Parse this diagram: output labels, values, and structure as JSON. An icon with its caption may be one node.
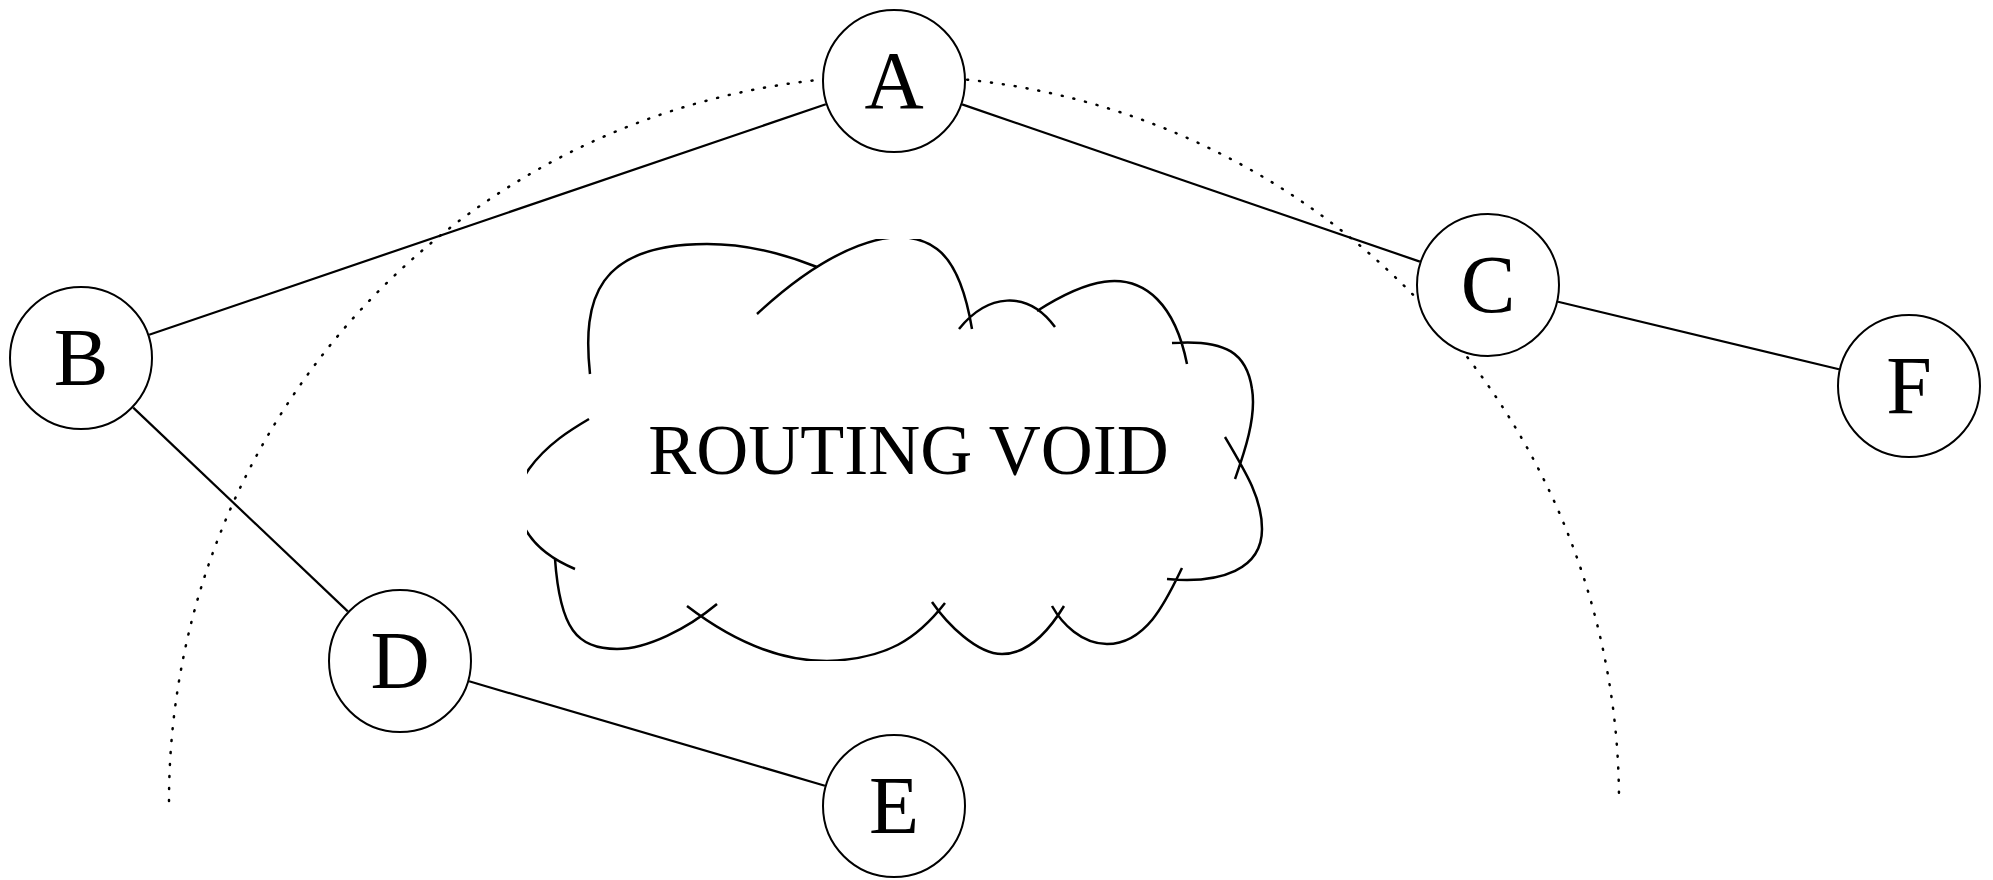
{
  "diagram": {
    "nodes": [
      {
        "text": [
          "A"
        ]
      },
      {
        "text": [
          "B"
        ]
      },
      {
        "text": [
          "C"
        ]
      },
      {
        "text": [
          "ROUTING VOID"
        ]
      },
      {
        "text": [
          "F"
        ]
      },
      {
        "text": [
          "D"
        ]
      },
      {
        "text": [
          "E"
        ]
      }
    ],
    "edges": [
      {
        "from": 0,
        "to": 1,
        "arrow": "none"
      },
      {
        "from": 0,
        "to": 2,
        "arrow": "none"
      },
      {
        "from": 2,
        "to": 4,
        "arrow": "none"
      },
      {
        "from": 1,
        "to": 5,
        "arrow": "none"
      },
      {
        "from": 5,
        "to": 6,
        "arrow": "none"
      }
    ]
  }
}
